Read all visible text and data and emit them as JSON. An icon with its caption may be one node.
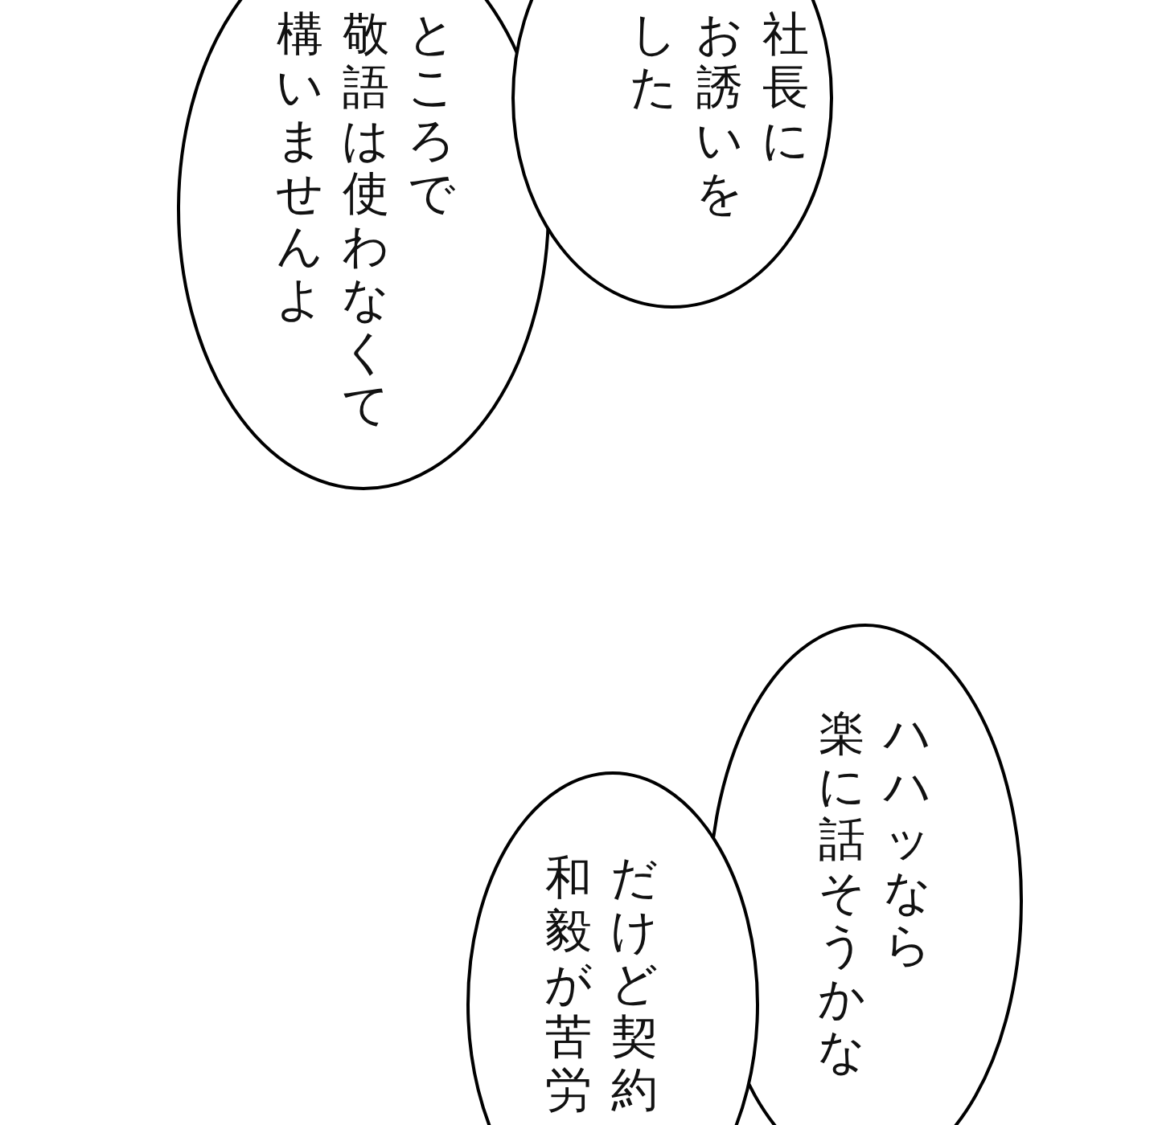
{
  "diagram": {
    "nodes": [
      {
        "text": [
          "ところで敬語は使わなくて構いませんよ"
        ]
      },
      {
        "text": [
          "社長にお誘いをした"
        ]
      },
      {
        "text": [
          "ハハッなら楽に話そうかな"
        ]
      },
      {
        "text": [
          "だけど契約和毅が苦労"
        ]
      }
    ]
  }
}
